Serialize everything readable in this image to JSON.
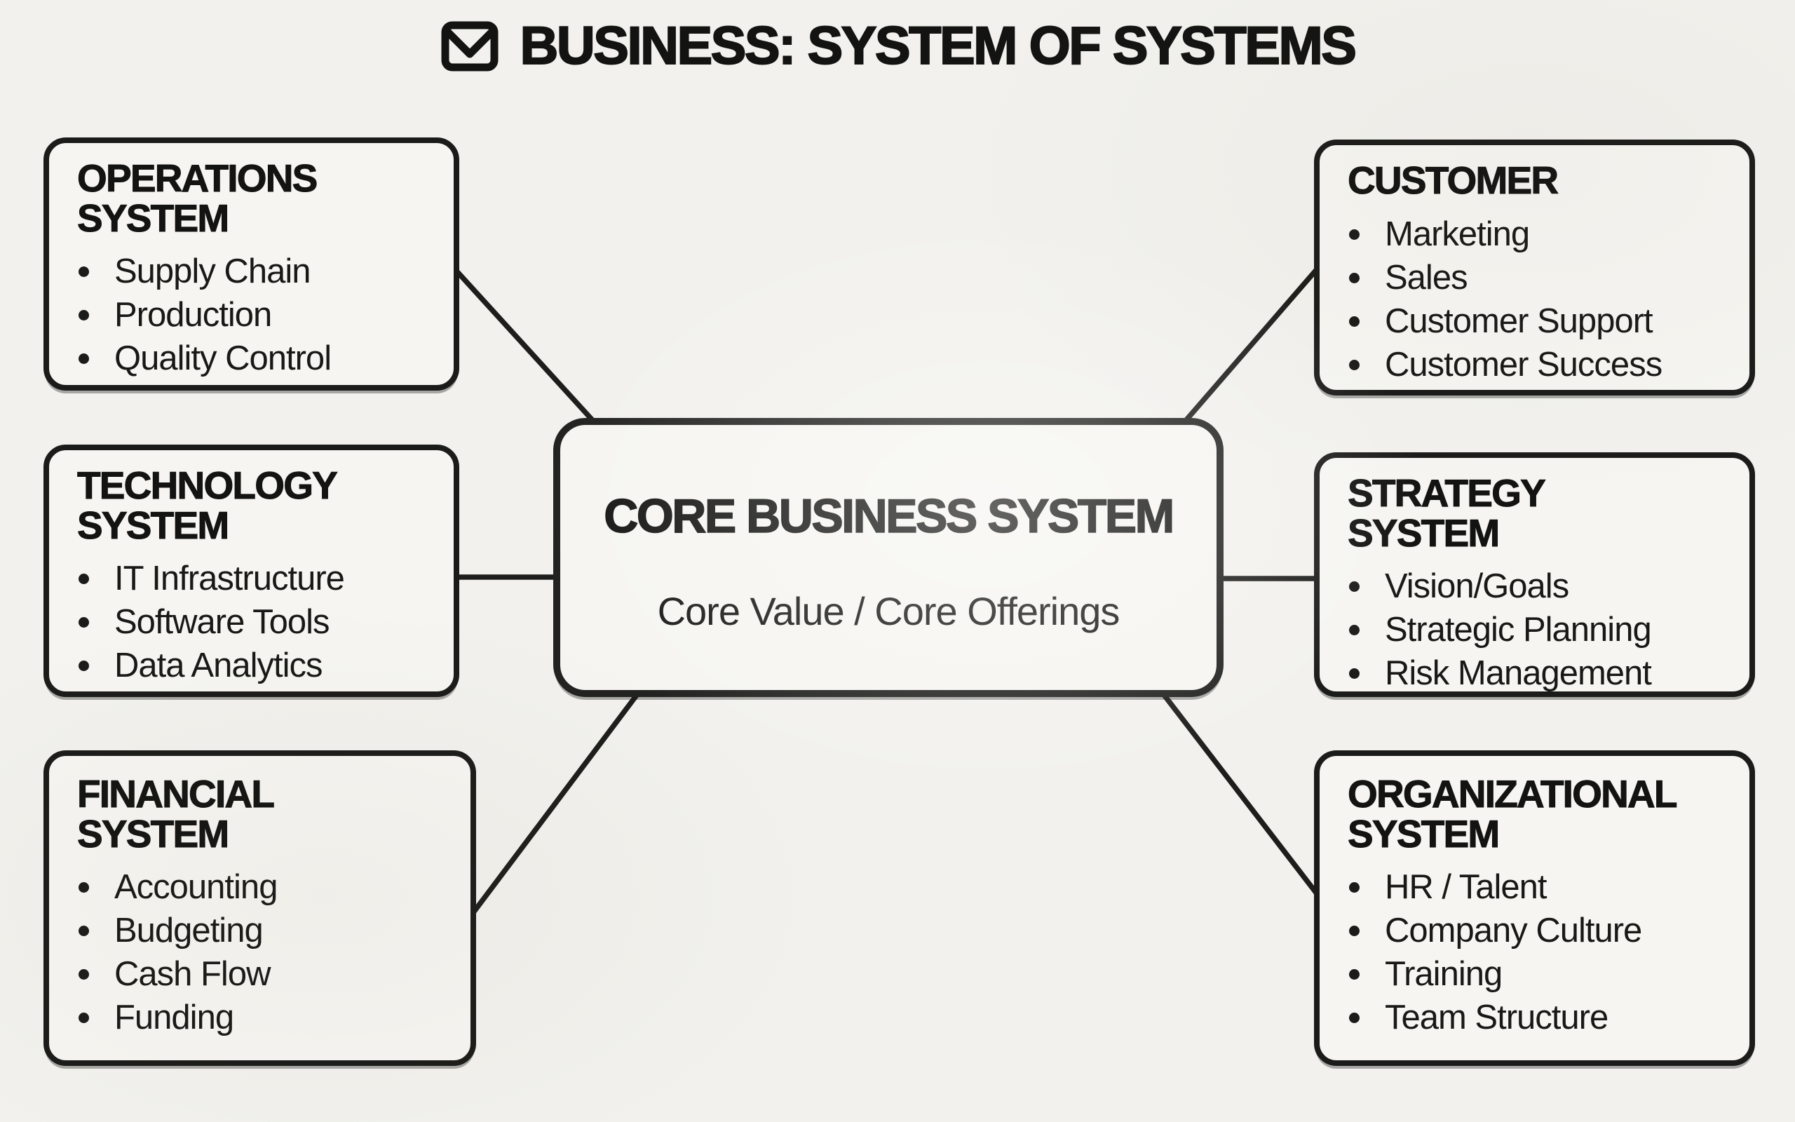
{
  "page": {
    "background_color": "#f2f1ed",
    "box_fill_color": "#f6f5f1",
    "ink_color": "#1b1b19"
  },
  "title": {
    "icon": "envelope-icon",
    "text": "BUSINESS: SYSTEM OF SYSTEMS"
  },
  "center": {
    "heading": "CORE BUSINESS SYSTEM",
    "subtitle": "Core Value / Core Offerings"
  },
  "systems": [
    {
      "id": "operations",
      "heading": "OPERATIONS SYSTEM",
      "bullets": [
        "Supply Chain",
        "Production",
        "Quality Control"
      ]
    },
    {
      "id": "technology",
      "heading": "TECHNOLOGY SYSTEM",
      "bullets": [
        "IT Infrastructure",
        "Software Tools",
        "Data Analytics"
      ]
    },
    {
      "id": "financial",
      "heading": "FINANCIAL SYSTEM",
      "bullets": [
        "Accounting",
        "Budgeting",
        "Cash Flow",
        "Funding"
      ]
    },
    {
      "id": "customer",
      "heading": "CUSTOMER",
      "bullets": [
        "Marketing",
        "Sales",
        "Customer Support",
        "Customer Success"
      ]
    },
    {
      "id": "strategy",
      "heading": "STRATEGY SYSTEM",
      "bullets": [
        "Vision/Goals",
        "Strategic Planning",
        "Risk Management"
      ]
    },
    {
      "id": "organizational",
      "heading": "ORGANIZATIONAL SYSTEM",
      "bullets": [
        "HR / Talent",
        "Company Culture",
        "Training",
        "Team Structure"
      ]
    }
  ],
  "connections": [
    {
      "from": "operations",
      "to": "core"
    },
    {
      "from": "technology",
      "to": "core"
    },
    {
      "from": "financial",
      "to": "core"
    },
    {
      "from": "customer",
      "to": "core"
    },
    {
      "from": "strategy",
      "to": "core"
    },
    {
      "from": "organizational",
      "to": "core"
    }
  ]
}
